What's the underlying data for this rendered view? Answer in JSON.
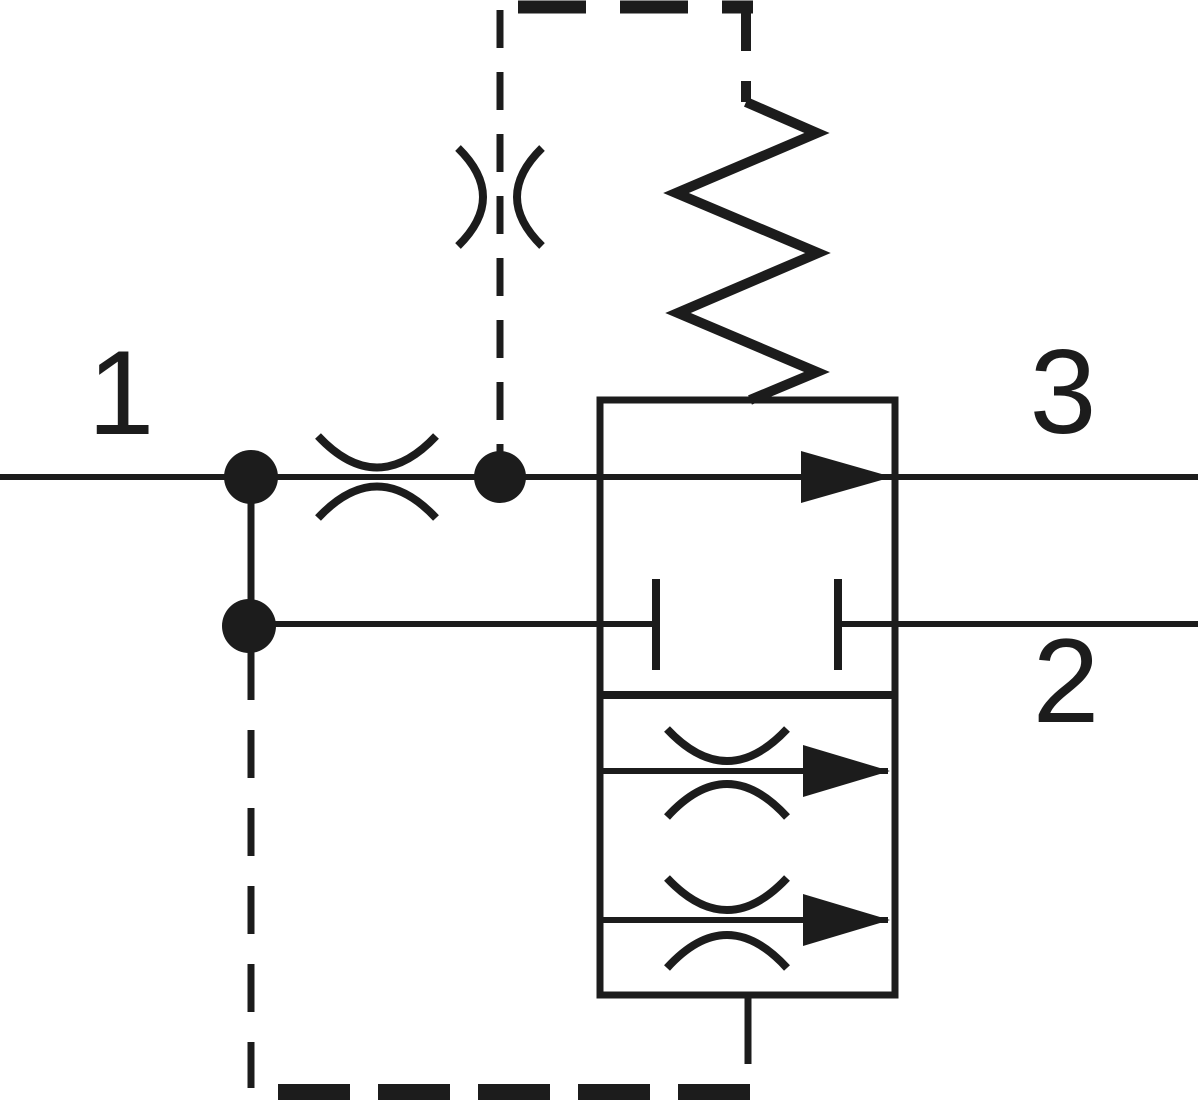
{
  "diagram": {
    "type": "hydraulic-schematic",
    "ports": [
      {
        "label": "1",
        "position": "left-of-main-flow-line"
      },
      {
        "label": "2",
        "position": "right-of-blocked-pilot-line"
      },
      {
        "label": "3",
        "position": "right-of-main-flow-line-outlet"
      }
    ],
    "components": [
      {
        "name": "fixed-orifice-main-line",
        "symbol": "two-arcs-pinching-horizontal-line"
      },
      {
        "name": "variable-pilot-orifice",
        "symbol": "two-arcs-pinching-vertical-dashed-line"
      },
      {
        "name": "junction-dot-inlet",
        "symbol": "filled-circle"
      },
      {
        "name": "junction-dot-after-orifice",
        "symbol": "filled-circle"
      },
      {
        "name": "junction-dot-lower-branch",
        "symbol": "filled-circle"
      },
      {
        "name": "compression-spring",
        "symbol": "zigzag"
      },
      {
        "name": "valve-envelope",
        "symbol": "rectangle"
      },
      {
        "name": "flow-arrow-main",
        "symbol": "solid-right-triangle"
      },
      {
        "name": "blocked-port-ticks",
        "symbol": "perpendicular-end-bars"
      },
      {
        "name": "restrictor-path-upper",
        "symbol": "orifice-with-right-arrow"
      },
      {
        "name": "restrictor-path-lower",
        "symbol": "orifice-with-right-arrow"
      },
      {
        "name": "pilot-line-top",
        "symbol": "thick-dashed-line"
      },
      {
        "name": "pilot-line-bottom",
        "symbol": "thick-dashed-line"
      }
    ]
  },
  "colors": {
    "line": "#1c1c1c",
    "background": "#ffffff"
  }
}
